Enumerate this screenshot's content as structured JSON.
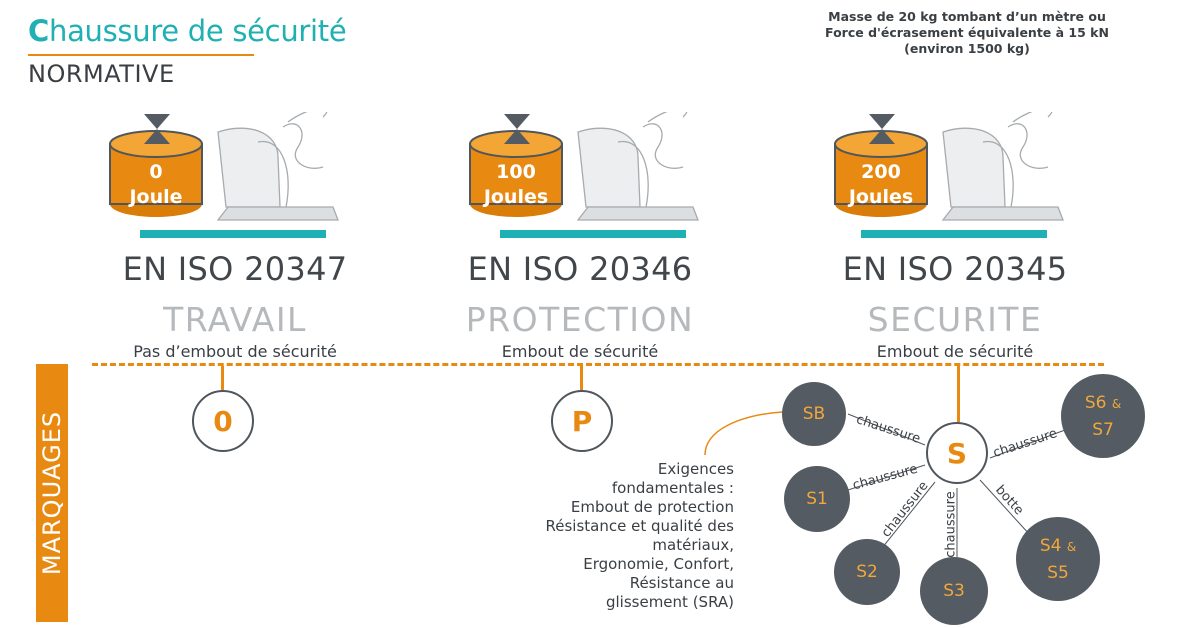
{
  "header": {
    "title_first": "C",
    "title_rest": "haussure de sécurité",
    "subtitle": "NORMATIVE",
    "mass_note": "Masse de 20 kg tombant d’un mètre ou Force d'écrasement équivalente à 15 kN (environ 1500 kg)"
  },
  "columns": [
    {
      "joule_value": "0",
      "joule_unit": "Joule",
      "standard": "EN ISO 20347",
      "category": "TRAVAIL",
      "description": "Pas d’embout de sécurité",
      "marking": "0"
    },
    {
      "joule_value": "100",
      "joule_unit": "Joules",
      "standard": "EN ISO 20346",
      "category": "PROTECTION",
      "description": "Embout de sécurité",
      "marking": "P"
    },
    {
      "joule_value": "200",
      "joule_unit": "Joules",
      "standard": "EN ISO 20345",
      "category": "SECURITE",
      "description": "Embout de sécurité",
      "marking": "S"
    }
  ],
  "marquages_label": "MARQUAGES",
  "requirements": [
    "Exigences",
    "fondamentales :",
    "Embout de protection",
    "Résistance et qualité des",
    "matériaux,",
    "Ergonomie, Confort,",
    "Résistance au",
    "glissement (SRA)"
  ],
  "sub_markings": {
    "sb": "SB",
    "s1": "S1",
    "s2": "S2",
    "s3": "S3",
    "s4_a": "S4",
    "s4_b": "S5",
    "s6_a": "S6",
    "s6_b": "S7",
    "amp": "&"
  },
  "relations": {
    "chaussure": "chaussure",
    "botte": "botte"
  },
  "colors": {
    "accent_orange": "#e88a12",
    "teal": "#1fb0b3",
    "dark_grey": "#545b62"
  }
}
